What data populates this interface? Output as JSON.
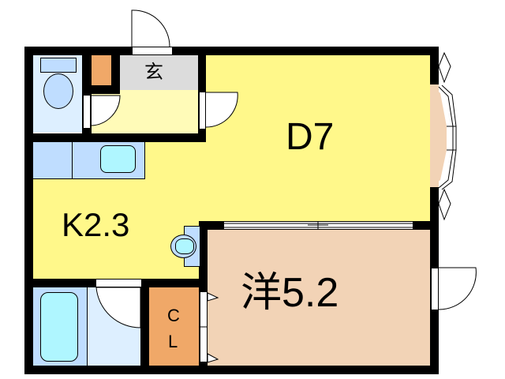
{
  "plan": {
    "rooms": {
      "dining": {
        "label": "D7",
        "color": "#FFF88A"
      },
      "kitchen": {
        "label": "K2.3",
        "color": "#FFF88A"
      },
      "western_room": {
        "label": "洋5.2",
        "color": "#F2D3B6"
      },
      "entrance": {
        "label": "玄",
        "color": "#DCDCDC"
      },
      "closet": {
        "label_top": "C",
        "label_bottom": "L",
        "color": "#F0A868"
      },
      "toilet": {
        "color": "#DDEFFF"
      },
      "bath": {
        "color": "#BFDDFF"
      },
      "washroom": {
        "color": "#DDEFFF"
      },
      "hallway": {
        "color": "#FFFBB8"
      },
      "shoe_storage": {
        "color": "#F0A868"
      }
    },
    "colors": {
      "wall": "#000000",
      "fixture": "#BFDDFF",
      "fixture_basin": "#AFF6FF",
      "bay_window": "#F2D3B6"
    }
  }
}
